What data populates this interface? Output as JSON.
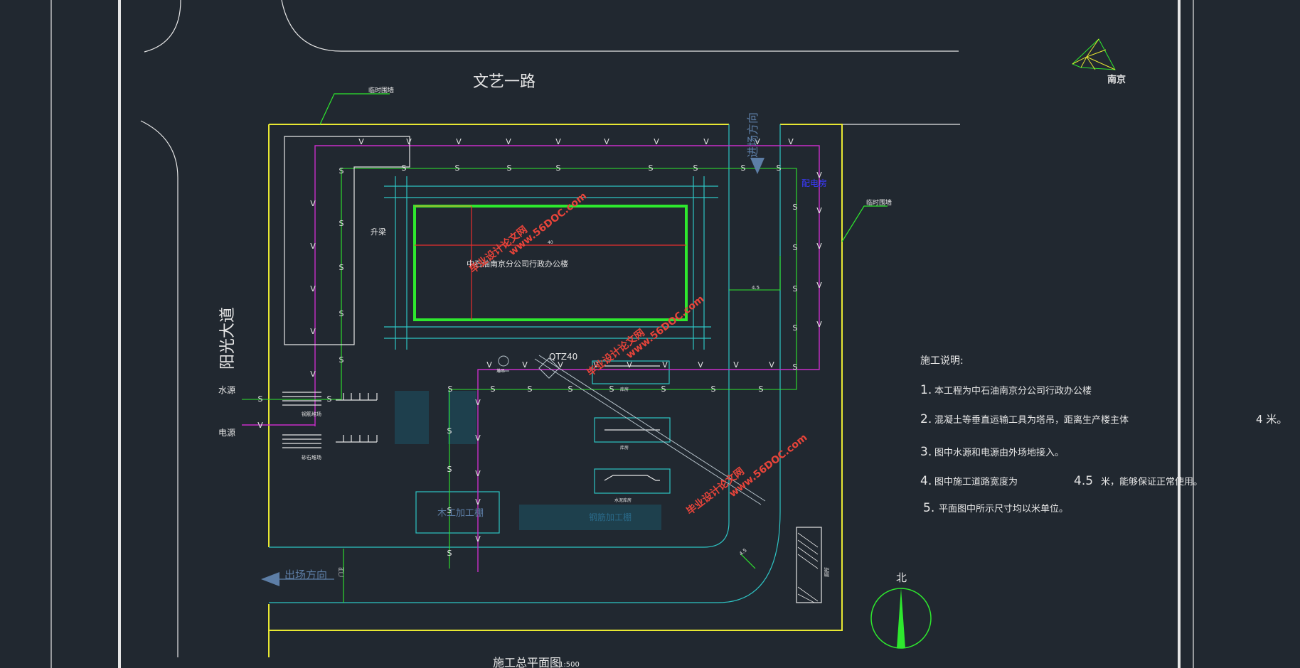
{
  "roads": {
    "north": "文艺一路",
    "west": "阳光大道"
  },
  "labels": {
    "temp_fence_1": "临时围墙",
    "temp_fence_2": "临时围墙",
    "building": "中石油南京分公司行政办公楼",
    "hoist": "升梁",
    "crane": "QTZ40",
    "crane_small": "塔吊",
    "water_source": "水源",
    "power_source": "电源",
    "entry_direction": "进场方向",
    "exit_direction": "出场方向",
    "woodshop": "木工加工棚",
    "rebar_shed": "钢筋加工棚",
    "storage_a": "库房",
    "storage_b": "钢筋堆场",
    "storage_c": "砂石堆场",
    "materials_a": "库房",
    "materials_b": "水泥库房",
    "toilet": "厕所",
    "guard": "门卫",
    "blue_label": "配电房",
    "dim_road": "4.5",
    "dim_road_2": "4.5",
    "dim_mid": "4.5",
    "mini_label": "40"
  },
  "compass_top": "南京",
  "north_label": "北",
  "title": "施工总平面图",
  "scale": "1:500",
  "notes": {
    "heading": "施工说明:",
    "items": [
      {
        "num": "1.",
        "text": "本工程为中石油南京分公司行政办公楼"
      },
      {
        "num": "2.",
        "text": "混凝土等垂直运输工具为塔吊，距离生产楼主体",
        "value": "4 米。"
      },
      {
        "num": "3.",
        "text": "图中水源和电源由外场地接入。"
      },
      {
        "num": "4.",
        "text": "图中施工道路宽度为",
        "value": "4.5",
        "suffix": "米，能够保证正常使用。"
      },
      {
        "num": "5.",
        "text": "平面图中所示尺寸均以米单位。"
      }
    ]
  },
  "watermark": {
    "line1": "毕业设计论文网",
    "line2": "www.56DOC.com"
  },
  "colors": {
    "background": "#212830",
    "yellow": "#e8e832",
    "cyan": "#2ec4c4",
    "green": "#2ee82e",
    "magenta": "#c92ec9",
    "red": "#e82e2e",
    "white": "#e6e6e6",
    "blue": "#3a3aff",
    "watermark": "#e8443a"
  }
}
